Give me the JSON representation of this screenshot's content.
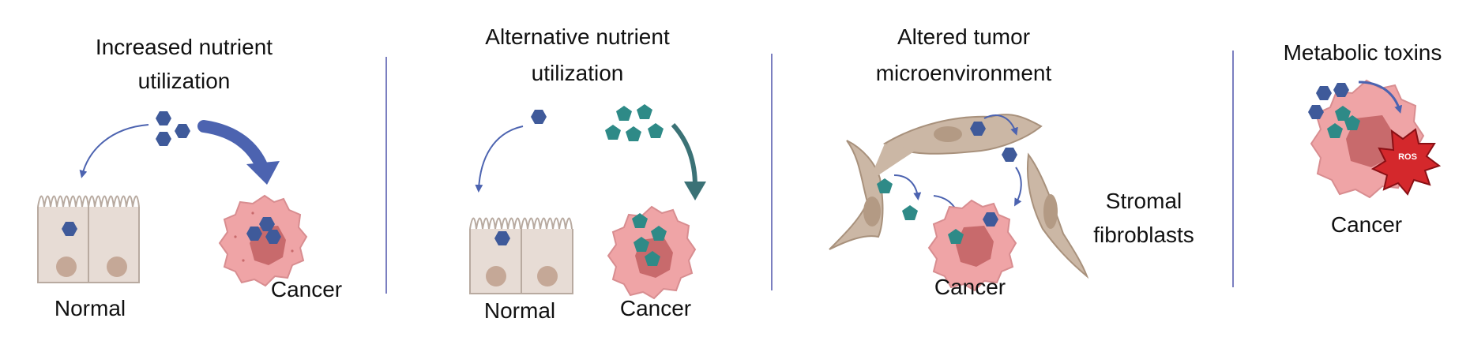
{
  "panels": [
    {
      "title_line1": "Increased nutrient",
      "title_line2": "utilization",
      "normal_label": "Normal",
      "cancer_label": "Cancer"
    },
    {
      "title_line1": "Alternative nutrient",
      "title_line2": "utilization",
      "normal_label": "Normal",
      "cancer_label": "Cancer"
    },
    {
      "title_line1": "Altered tumor",
      "title_line2": "microenvironment",
      "side_label_line1": "Stromal",
      "side_label_line2": "fibroblasts",
      "cancer_label": "Cancer"
    },
    {
      "title_line1": "Metabolic toxins",
      "ros_label": "ROS",
      "cancer_label": "Cancer"
    }
  ],
  "colors": {
    "hexagon_nutrient": "#3f5a9a",
    "pentagon_nutrient": "#2e8a87",
    "arrow_blue": "#4c63b0",
    "arrow_teal": "#3b7276",
    "cancer_cell": "#efa4a6",
    "cancer_nucleus": "#c86a6c",
    "normal_cell": "#e7dcd5",
    "fibroblast": "#cbb7a5",
    "ros_burst": "#d4282c",
    "divider": "#7b7fc0"
  }
}
